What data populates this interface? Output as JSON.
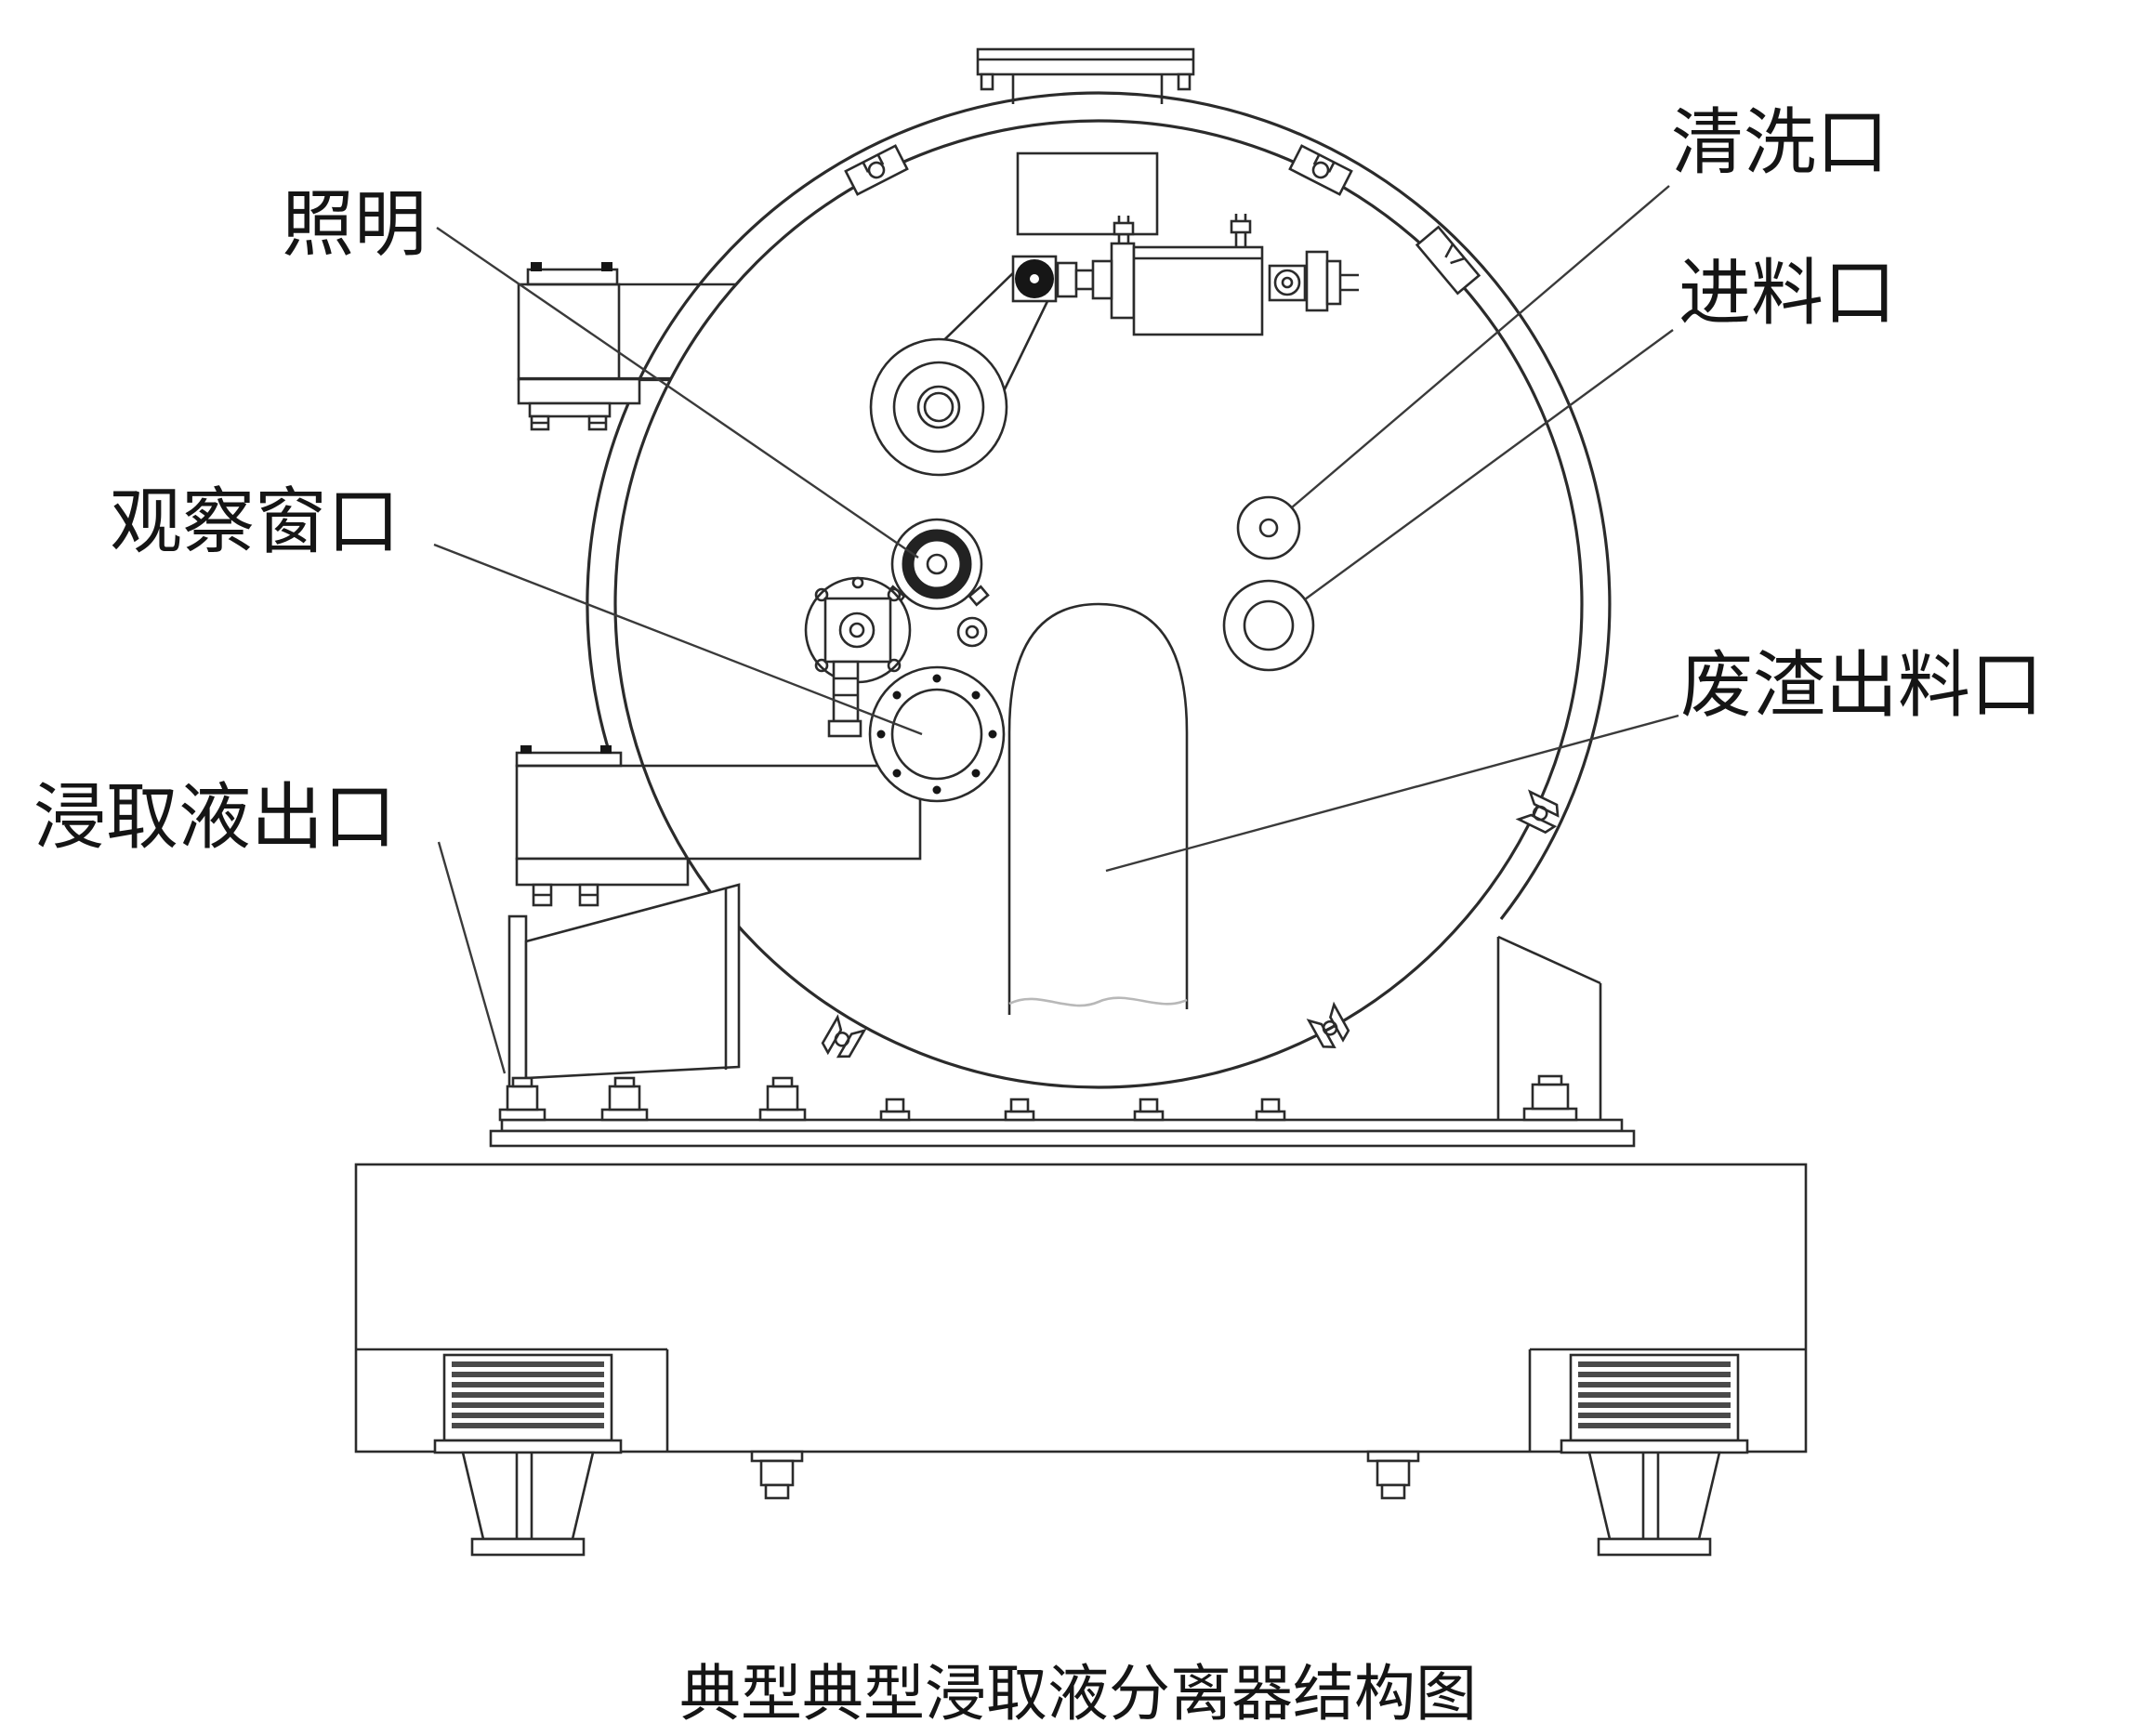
{
  "diagram": {
    "caption": "典型典型浸取液分离器结构图",
    "labels": {
      "lighting": "照明",
      "observation_window": "观察窗口",
      "extract_outlet": "浸取液出口",
      "cleaning_port": "清洗口",
      "feed_port": "进料口",
      "waste_discharge_port": "废渣出料口"
    },
    "colors": {
      "line": "#2b2b2b",
      "background": "#ffffff",
      "shade": "#4a4a4a"
    }
  }
}
